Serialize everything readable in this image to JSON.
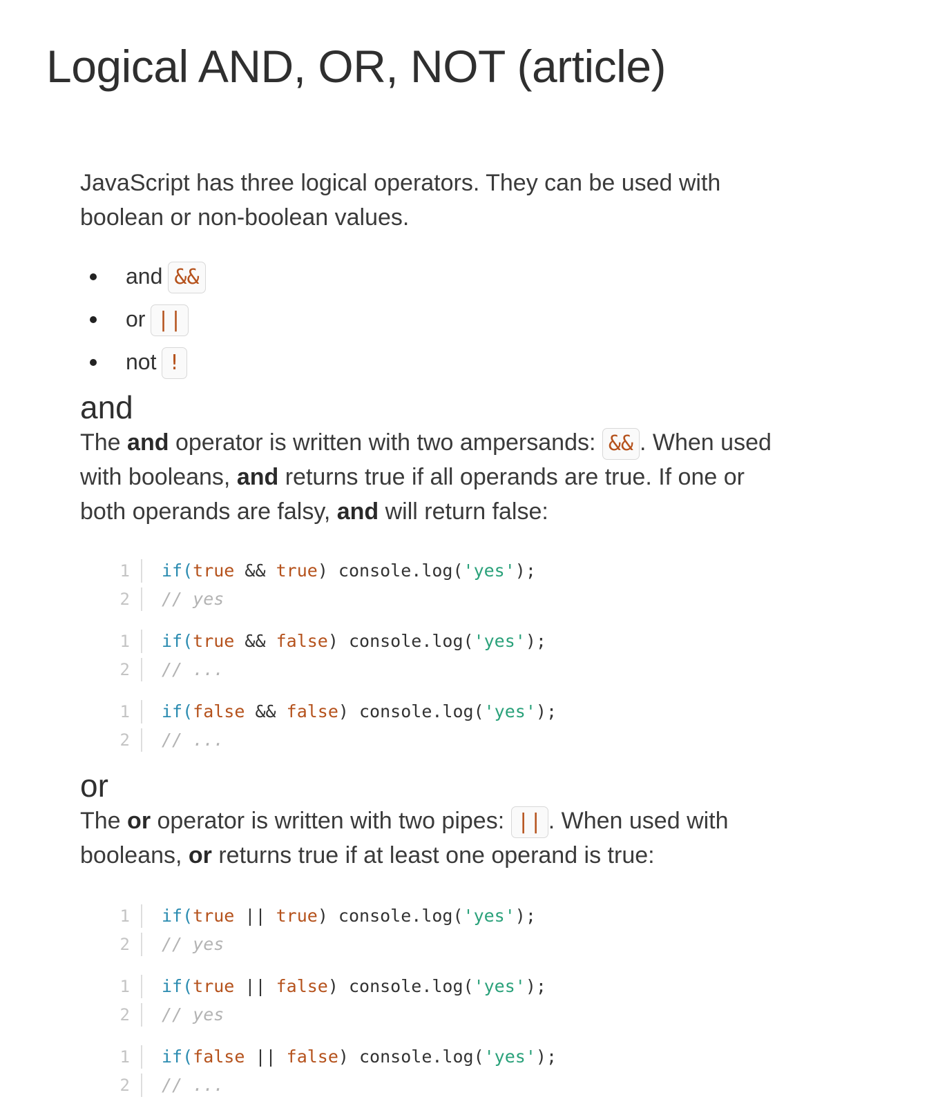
{
  "page": {
    "title": "Logical AND, OR, NOT (article)"
  },
  "intro": {
    "text": "JavaScript has three logical operators. They can be used with boolean or non-boolean values."
  },
  "operators": [
    {
      "label": "and",
      "symbol": "&&"
    },
    {
      "label": "or",
      "symbol": "||"
    },
    {
      "label": "not",
      "symbol": "!"
    }
  ],
  "sections": {
    "and": {
      "heading": "and",
      "p_the": "The ",
      "p_bold1": "and",
      "p_mid1": " operator is written with two ampersands: ",
      "p_code": "&&",
      "p_mid2": ". When used with booleans, ",
      "p_bold2": "and",
      "p_mid3": " returns true if all operands are true. If one or both operands are falsy, ",
      "p_bold3": "and",
      "p_end": " will return false:",
      "examples": [
        {
          "line1": {
            "n": "1",
            "kw": "if(",
            "a": "true",
            "op": " && ",
            "b": "true",
            "close": ") console.log(",
            "str": "'yes'",
            "end": ");"
          },
          "line2": {
            "n": "2",
            "comment": "// yes"
          }
        },
        {
          "line1": {
            "n": "1",
            "kw": "if(",
            "a": "true",
            "op": " && ",
            "b": "false",
            "close": ") console.log(",
            "str": "'yes'",
            "end": ");"
          },
          "line2": {
            "n": "2",
            "comment": "// ..."
          }
        },
        {
          "line1": {
            "n": "1",
            "kw": "if(",
            "a": "false",
            "op": " && ",
            "b": "false",
            "close": ") console.log(",
            "str": "'yes'",
            "end": ");"
          },
          "line2": {
            "n": "2",
            "comment": "// ..."
          }
        }
      ]
    },
    "or": {
      "heading": "or",
      "p_the": "The ",
      "p_bold1": "or",
      "p_mid1": " operator is written with two pipes: ",
      "p_code": "||",
      "p_mid2": ". When used with booleans, ",
      "p_bold2": "or",
      "p_end": " returns true if at least one operand is true:",
      "examples": [
        {
          "line1": {
            "n": "1",
            "kw": "if(",
            "a": "true",
            "op": " || ",
            "b": "true",
            "close": ") console.log(",
            "str": "'yes'",
            "end": ");"
          },
          "line2": {
            "n": "2",
            "comment": "// yes"
          }
        },
        {
          "line1": {
            "n": "1",
            "kw": "if(",
            "a": "true",
            "op": " || ",
            "b": "false",
            "close": ") console.log(",
            "str": "'yes'",
            "end": ");"
          },
          "line2": {
            "n": "2",
            "comment": "// yes"
          }
        },
        {
          "line1": {
            "n": "1",
            "kw": "if(",
            "a": "false",
            "op": " || ",
            "b": "false",
            "close": ") console.log(",
            "str": "'yes'",
            "end": ");"
          },
          "line2": {
            "n": "2",
            "comment": "// ..."
          }
        }
      ]
    }
  },
  "colors": {
    "keyword": "#2a8bb0",
    "boolean": "#b5521c",
    "string": "#2aa17a",
    "comment": "#b3b3b3",
    "inline_code": "#b5521c"
  }
}
